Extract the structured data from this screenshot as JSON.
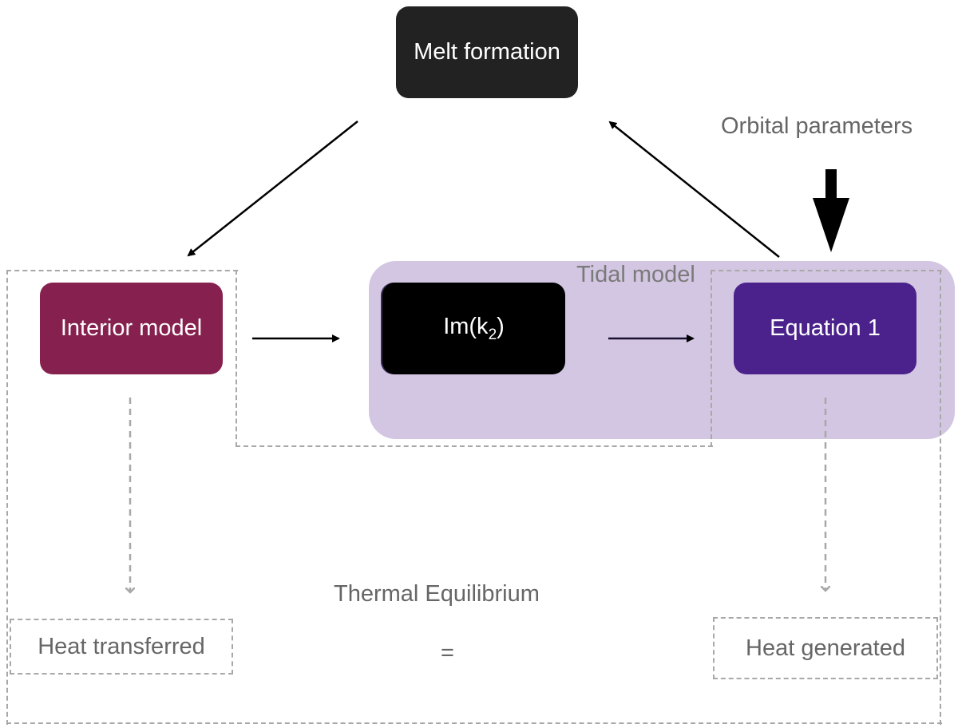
{
  "nodes": {
    "melt_formation": "Melt formation",
    "interior_model": "Interior model",
    "im_k2": {
      "base": "Im(k",
      "subscript": "2",
      "close": ")"
    },
    "equation_1": "Equation 1"
  },
  "groups": {
    "tidal_model": "Tidal model"
  },
  "labels": {
    "orbital_parameters": "Orbital parameters",
    "thermal_equilibrium": "Thermal Equilibrium",
    "equals": "=",
    "heat_transferred": "Heat transferred",
    "heat_generated": "Heat generated"
  },
  "colors": {
    "melt_formation": "#222222",
    "interior_model": "#86204e",
    "im_k2": "#000000",
    "equation_1": "#4b228c",
    "tidal_region": "#d3c6e2",
    "dashed": "#a8a8a8",
    "label_text": "#666666"
  }
}
